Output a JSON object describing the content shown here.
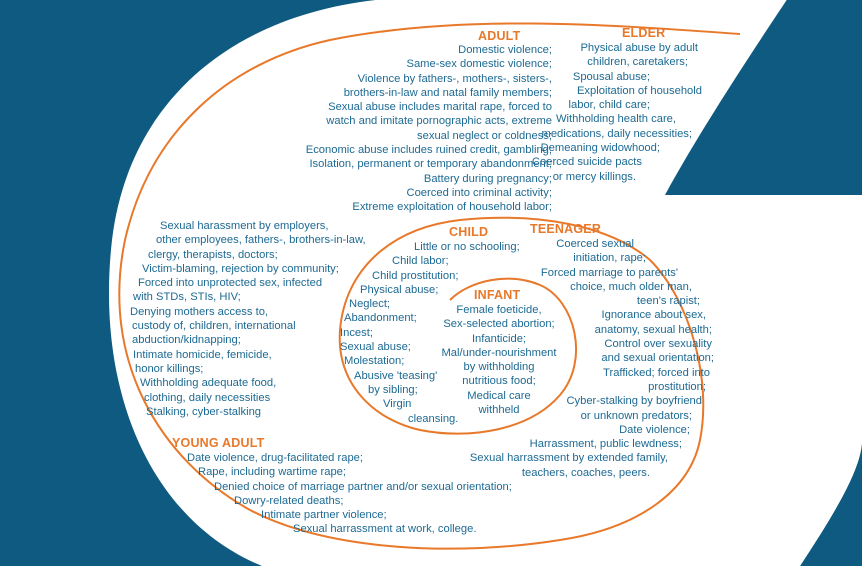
{
  "colors": {
    "background": "#0f5a80",
    "shape": "#ffffff",
    "spiral_line": "#e8782a",
    "heading": "#e8782a",
    "text": "#1d6a93"
  },
  "stages": {
    "adult": {
      "heading": "ADULT",
      "lines": [
        "Domestic violence;",
        "Same-sex domestic violence;",
        "Violence by fathers-,  mothers-, sisters-,",
        "brothers-in-law and  natal family members;",
        "Sexual abuse includes marital rape, forced to",
        "watch and imitate pornographic acts, extreme",
        "sexual neglect or coldness;",
        "Economic abuse includes ruined credit, gambling;",
        "Isolation, permanent or temporary abandonment;",
        "Battery during pregnancy;",
        "Coerced into criminal activity;",
        "Extreme exploitation of household labor;",
        "Sexual harassment by employers,",
        "other employees, fathers-,  brothers-in-law,",
        "clergy, therapists, doctors;",
        "Victim-blaming, rejection by community;",
        "Forced into unprotected sex, infected",
        "with STDs, STIs, HIV;",
        "Denying mothers access to,",
        "custody of, children, international",
        "abduction/kidnapping;",
        "Intimate homicide, femicide,",
        "honor killings;",
        "Withholding adequate food,",
        "clothing, daily necessities",
        "Stalking, cyber-stalking"
      ]
    },
    "elder": {
      "heading": "ELDER",
      "lines": [
        "Physical abuse by adult",
        "children, caretakers;",
        "Spousal abuse;",
        "Exploitation of household",
        "labor,  child care;",
        "Withholding health care,",
        "medications, daily necessities;",
        "Demeaning widowhood;",
        "Coerced suicide pacts",
        "or mercy killings."
      ]
    },
    "child": {
      "heading": "CHILD",
      "lines": [
        "Little or no schooling;",
        "Child labor;",
        "Child prostitution;",
        "Physical abuse;",
        "Neglect;",
        "Abandonment;",
        "Incest;",
        "Sexual abuse;",
        "Molestation;",
        "Abusive 'teasing'",
        "by sibling;",
        "Virgin",
        "cleansing."
      ]
    },
    "teenager": {
      "heading": "TEENAGER",
      "lines": [
        "Coerced sexual",
        "initiation, rape;",
        "Forced marriage to parents'",
        "choice, much older man,",
        "teen's rapist;",
        "Ignorance about sex,",
        "anatomy,  sexual health;",
        "Control over sexuality",
        "and sexual orientation;",
        "Trafficked; forced into",
        "prostitution;",
        "Cyber-stalking by boyfriend",
        "or unknown predators;",
        "Date violence;",
        "Harrassment, public lewdness;",
        "Sexual harrassment by extended family,",
        "teachers, coaches, peers."
      ]
    },
    "infant": {
      "heading": "INFANT",
      "lines": [
        "Female foeticide,",
        "Sex-selected abortion;",
        "Infanticide;",
        "Mal/under-nourishment",
        "by withholding",
        "nutritious food;",
        "Medical care",
        "withheld"
      ]
    },
    "young_adult": {
      "heading": "YOUNG ADULT",
      "lines": [
        "Date violence, drug-facilitated rape;",
        "Rape, including wartime rape;",
        "Denied choice of marriage partner and/or sexual orientation;",
        "Dowry-related deaths;",
        "Intimate partner violence;",
        "Sexual harrassment at work, college."
      ]
    }
  }
}
